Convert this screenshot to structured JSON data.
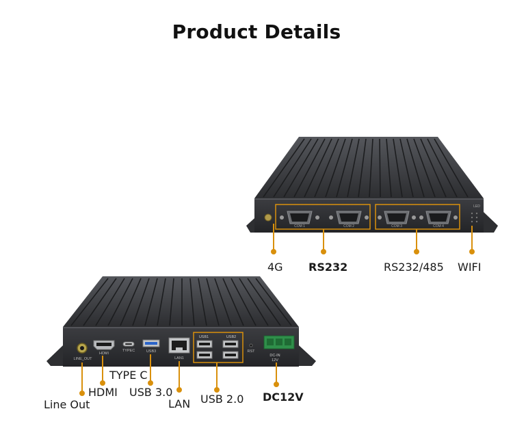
{
  "page": {
    "title": "Product Details"
  },
  "colors": {
    "accent": "#d9900c",
    "chassis": "#3a3c40",
    "panel": "#2a2b2e"
  },
  "top_device": {
    "labels": {
      "port_4g": "4G",
      "rs232": "RS232",
      "rs232_485": "RS232/485",
      "wifi": "WIFI"
    },
    "panel_text": {
      "com1": "COM 1",
      "com2": "COM 2",
      "com3": "COM 3",
      "com4": "COM 4",
      "led": "LED"
    }
  },
  "bottom_device": {
    "labels": {
      "line_out": "Line Out",
      "hdmi": "HDMI",
      "type_c": "TYPE C",
      "usb3": "USB 3.0",
      "lan": "LAN",
      "usb2": "USB 2.0",
      "dc12v": "DC12V"
    },
    "panel_text": {
      "line_out": "LINE_OUT",
      "hdmi": "HDMI",
      "typec": "TYPEC",
      "usb3": "USB3",
      "lan1": "LAN1",
      "usb1": "USB1",
      "usb2": "USB2",
      "rst": "RST",
      "dcin": "DC-IN",
      "v12": "12V"
    }
  }
}
